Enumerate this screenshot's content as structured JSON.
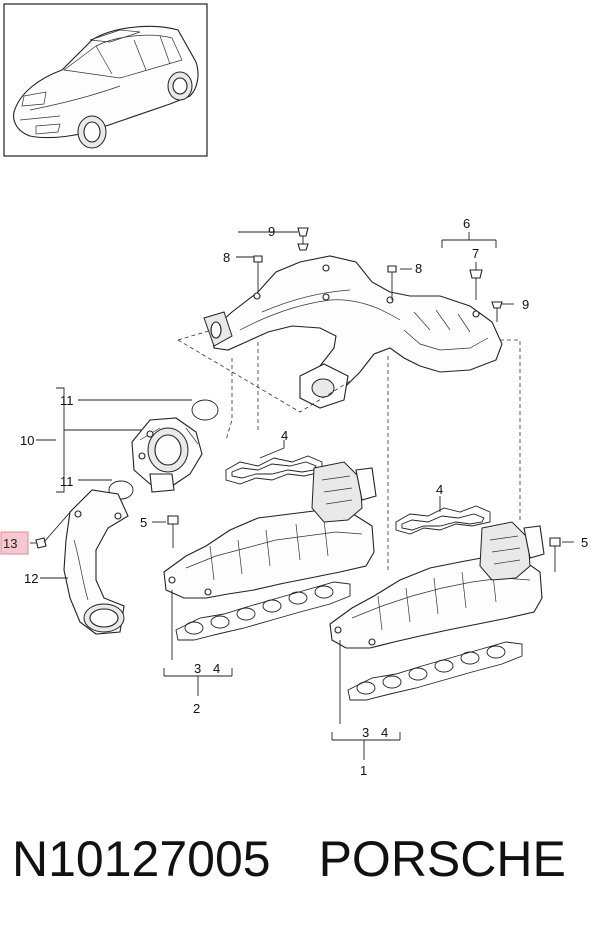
{
  "callouts": {
    "c1": "1",
    "c2": "2",
    "c3a": "3",
    "c4a": "4",
    "c3b": "3",
    "c4b": "4",
    "c4c": "4",
    "c4d": "4",
    "c5a": "5",
    "c5b": "5",
    "c6": "6",
    "c7": "7",
    "c8a": "8",
    "c8b": "8",
    "c9a": "9",
    "c9b": "9",
    "c10": "10",
    "c11a": "11",
    "c11b": "11",
    "c12": "12",
    "c13": "13"
  },
  "footer": {
    "part_number": "N10127005",
    "brand": "PORSCHE"
  },
  "colors": {
    "highlight_box": "#f7c8d0",
    "highlight_border": "#d88a98"
  }
}
